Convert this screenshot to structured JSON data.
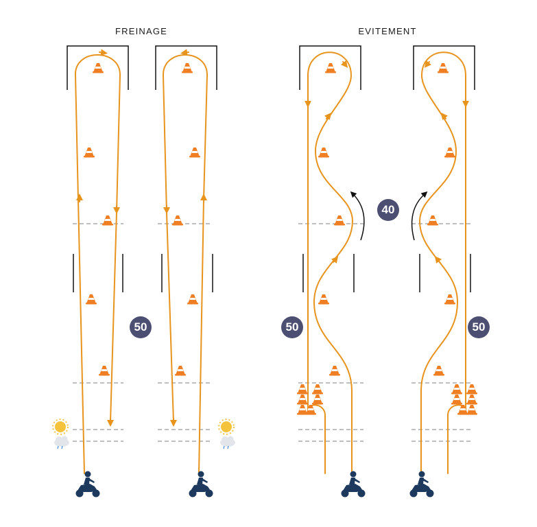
{
  "sections": {
    "braking": {
      "title": "FREINAGE"
    },
    "avoidance": {
      "title": "EVITEMENT"
    }
  },
  "speed_badges": {
    "braking": "50",
    "avoidance_left": "50",
    "avoidance_center": "40",
    "avoidance_right": "50"
  },
  "weather_icons": [
    "sun-icon",
    "rain-cloud-icon"
  ],
  "colors": {
    "path": "#e8931c",
    "cone": "#f07f23",
    "badge": "#4d4f72",
    "rider": "#1d3a5e",
    "marker_line": "#999999",
    "arrow": "#111111"
  }
}
